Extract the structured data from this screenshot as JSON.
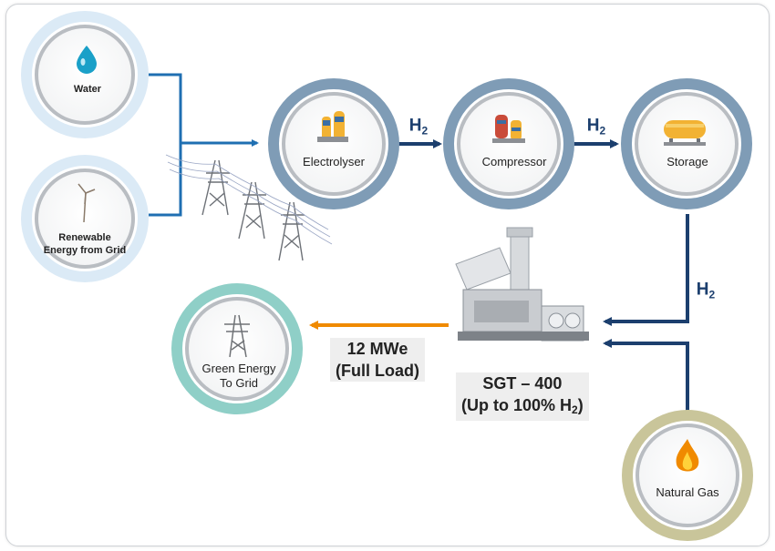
{
  "nodes": {
    "water": {
      "label": "Water"
    },
    "renewable": {
      "label_line1": "Renewable",
      "label_line2": "Energy from Grid"
    },
    "electrolyser": {
      "label": "Electrolyser"
    },
    "compressor": {
      "label": "Compressor"
    },
    "storage": {
      "label": "Storage"
    },
    "natural_gas": {
      "label": "Natural Gas"
    },
    "green_energy": {
      "label_line1": "Green Energy",
      "label_line2": "To Grid"
    }
  },
  "flow_labels": {
    "h2_symbol": "H",
    "h2_subscript": "2"
  },
  "output": {
    "line1": "12 MWe",
    "line2": "(Full Load)"
  },
  "turbine": {
    "line1": "SGT – 400",
    "line2_prefix": "(Up to 100% H",
    "line2_sub": "2",
    "line2_suffix": ")"
  },
  "colors": {
    "blue_ring": "#7f9cb6",
    "light_blue_ring": "#dbeaf6",
    "teal_ring": "#8fcfc7",
    "olive_ring": "#c9c59a",
    "arrow_blue": "#1f6fb2",
    "arrow_navy": "#1c3f6e",
    "arrow_orange": "#f08a00"
  }
}
